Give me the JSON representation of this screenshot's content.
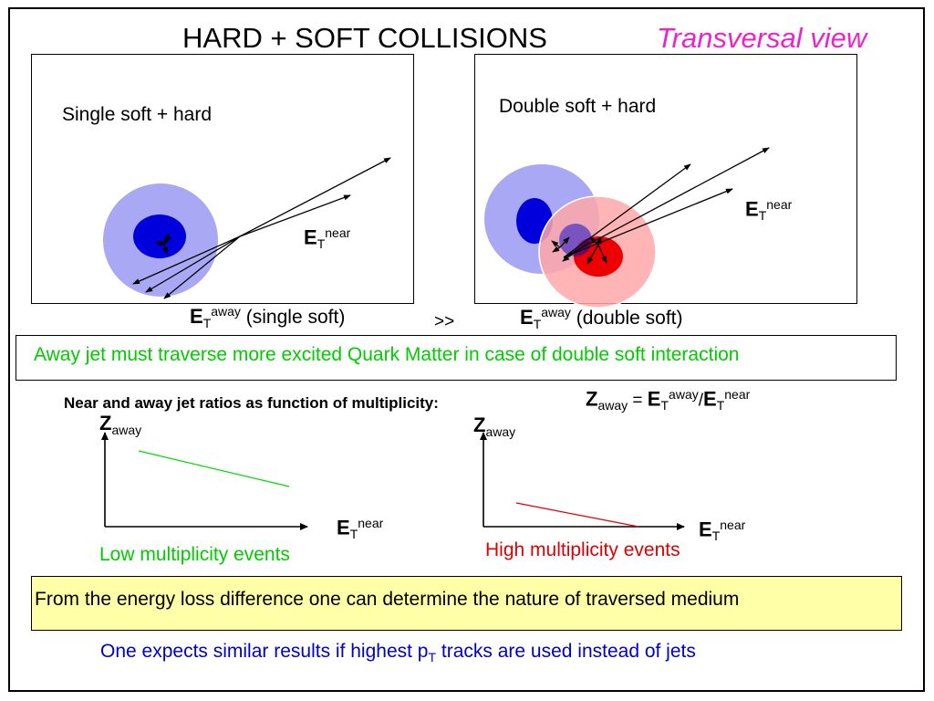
{
  "slide": {
    "title": "HARD + SOFT COLLISIONS",
    "subtitle": "Transversal view",
    "subtitle_color": "#ee22cc"
  },
  "left_panel": {
    "label": "Single soft + hard",
    "et_symbol": "E",
    "et_sub": "T",
    "et_near_sup": "near",
    "caption_away_sup": "away",
    "caption_rest": " (single soft)"
  },
  "comparison": ">>",
  "right_panel": {
    "label": "Double soft + hard",
    "et_symbol": "E",
    "et_sub": "T",
    "et_near_sup": "near",
    "caption_away_sup": "away",
    "caption_rest": " (double soft)"
  },
  "statement_box": {
    "text": "Away jet must traverse more excited Quark Matter in case of double soft interaction",
    "color": "#00cc00"
  },
  "ratio_heading": "Near and away jet ratios as function of multiplicity:",
  "formula": {
    "z": "Z",
    "z_sub": "away",
    "eq": " = ",
    "e1": "E",
    "e1_sub": "T",
    "e1_sup": "away",
    "slash": "/",
    "e2": "E",
    "e2_sub": "T",
    "e2_sup": "near"
  },
  "plots": [
    {
      "y_symbol": "Z",
      "y_sub": "away",
      "x_symbol": "E",
      "x_sub": "T",
      "x_sup": "near",
      "caption": "Low multiplicity events",
      "line_color": "#00dd00"
    },
    {
      "y_symbol": "Z",
      "y_sub": "away",
      "x_symbol": "E",
      "x_sub": "T",
      "x_sup": "near",
      "caption": "High multiplicity events",
      "line_color": "#e00000"
    }
  ],
  "conclusion_box": {
    "text": "From the energy loss difference one can determine the nature of traversed medium",
    "background": "#ffffa8"
  },
  "footer": {
    "text_before": "One expects similar results if highest p",
    "sub": "T",
    "text_after": " tracks are used instead of jets",
    "color": "#0000cc"
  },
  "colors": {
    "soft_blob_light": "#a8a8f4",
    "soft_core_blue": "#0000dd",
    "soft_blob_pink": "#ffa8a8",
    "soft_core_red": "#ee0000"
  }
}
